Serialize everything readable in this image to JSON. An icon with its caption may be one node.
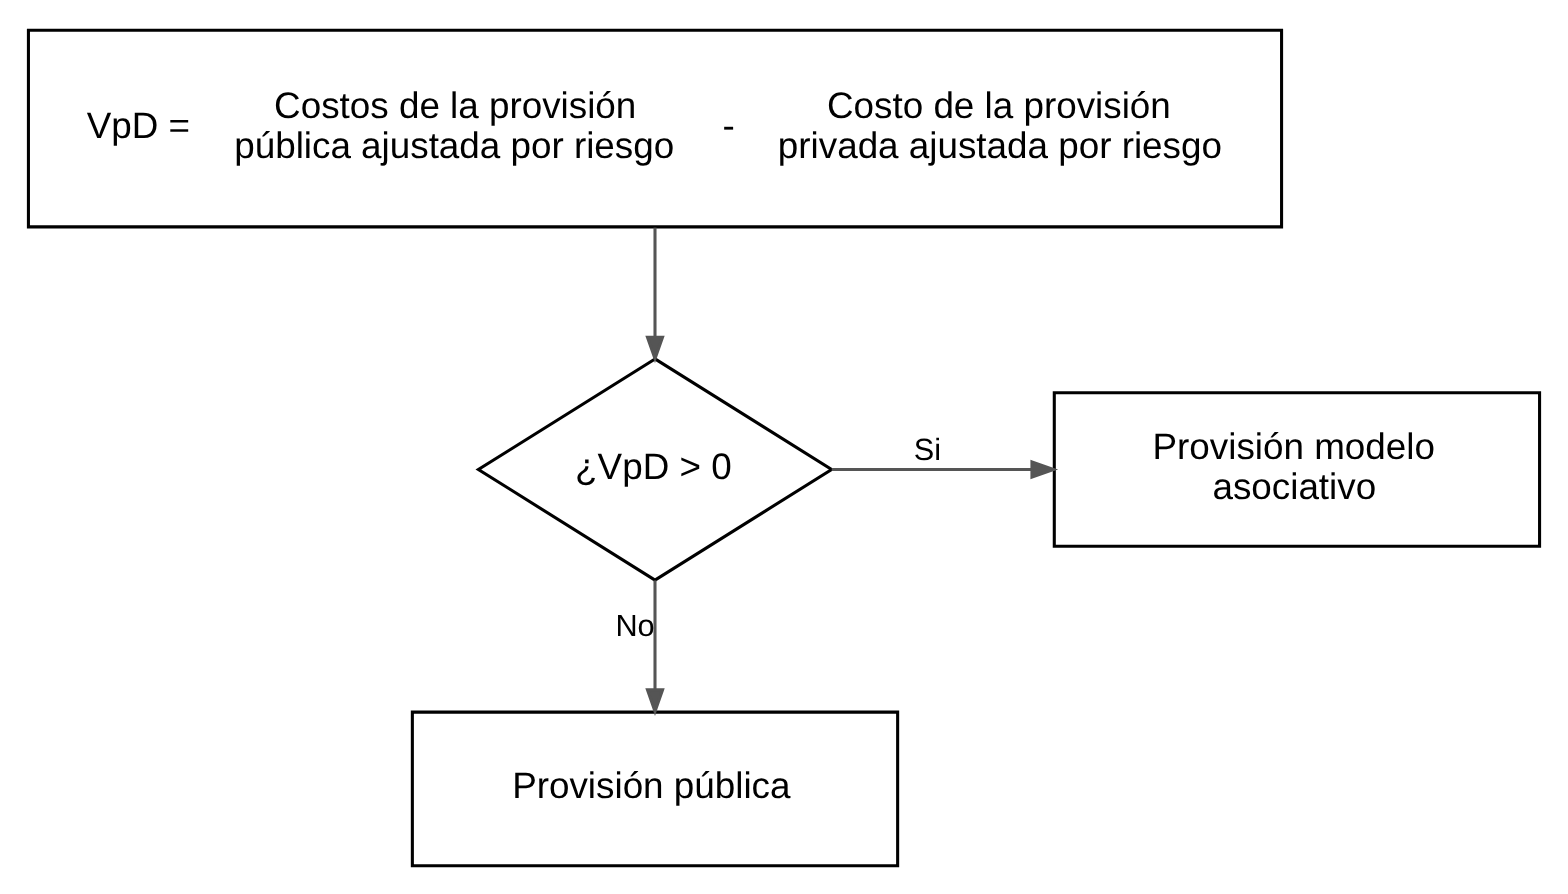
{
  "diagram": {
    "nodes": [
      {
        "text": [
          "VpD =",
          "Costos de la provisión pública ajustada por riesgo",
          "-",
          "Costo de la provisión privada ajustada por riesgo"
        ]
      },
      {
        "text": [
          "¿VpD > 0"
        ]
      },
      {
        "text": [
          "Provisión modelo asociativo"
        ]
      },
      {
        "text": [
          "Provisión pública"
        ]
      }
    ],
    "edges": [
      {
        "from": 0,
        "to": 1,
        "arrow": "to"
      },
      {
        "from": 1,
        "to": 2,
        "label": "Si",
        "arrow": "to"
      },
      {
        "from": 1,
        "to": 3,
        "label": "No",
        "arrow": "to"
      }
    ]
  }
}
